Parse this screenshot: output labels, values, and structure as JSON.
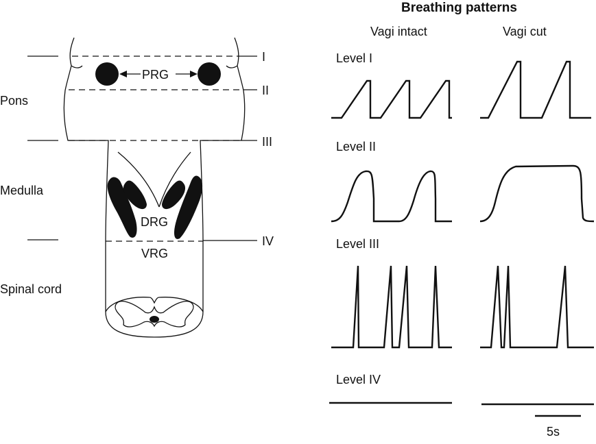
{
  "title": "Breathing patterns",
  "columns": {
    "intact": "Vagi intact",
    "cut": "Vagi cut"
  },
  "regions": {
    "pons": "Pons",
    "medulla": "Medulla",
    "spinal": "Spinal cord"
  },
  "sections": {
    "s1": "I",
    "s2": "II",
    "s3": "III",
    "s4": "IV"
  },
  "nuclei": {
    "prg": "PRG",
    "drg": "DRG",
    "vrg": "VRG"
  },
  "levels": {
    "l1": "Level I",
    "l2": "Level II",
    "l3": "Level III",
    "l4": "Level IV"
  },
  "scale_bar": "5s"
}
